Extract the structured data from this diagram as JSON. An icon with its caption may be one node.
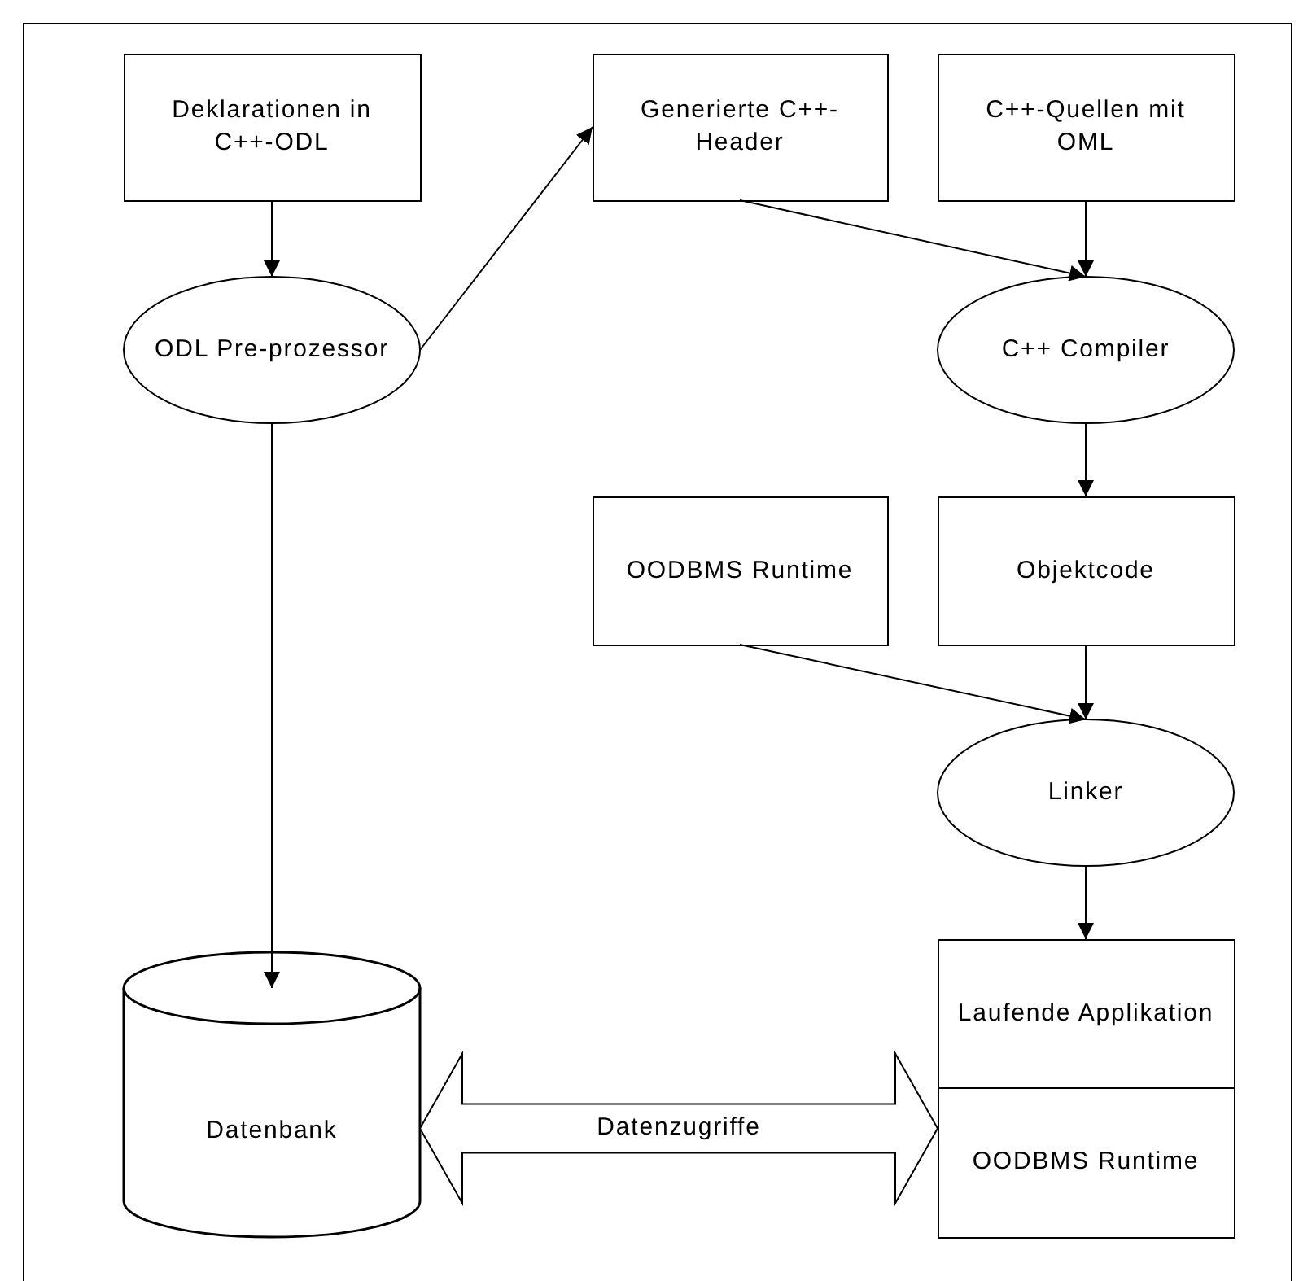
{
  "diagram": {
    "nodes": [
      {
        "text": [
          "Deklarationen in C++-ODL"
        ]
      },
      {
        "text": [
          "ODL Pre-prozessor"
        ]
      },
      {
        "text": [
          "Generierte C++-Header"
        ]
      },
      {
        "text": [
          "C++-Quellen mit OML"
        ]
      },
      {
        "text": [
          "C++ Compiler"
        ]
      },
      {
        "text": [
          "OODBMS Runtime"
        ]
      },
      {
        "text": [
          "Objektcode"
        ]
      },
      {
        "text": [
          "Linker"
        ]
      },
      {
        "text": [
          "Laufende Applikation"
        ]
      },
      {
        "text": [
          "OODBMS Runtime"
        ]
      },
      {
        "text": [
          "Datenbank"
        ]
      }
    ],
    "edges": [
      {
        "from": 0,
        "to": 1,
        "arrow": "to"
      },
      {
        "from": 1,
        "to": 2,
        "arrow": "to"
      },
      {
        "from": 2,
        "to": 4,
        "arrow": "to"
      },
      {
        "from": 3,
        "to": 4,
        "arrow": "to"
      },
      {
        "from": 4,
        "to": 6,
        "arrow": "to"
      },
      {
        "from": 5,
        "to": 7,
        "arrow": "to"
      },
      {
        "from": 6,
        "to": 7,
        "arrow": "to"
      },
      {
        "from": 7,
        "to": 8,
        "arrow": "to"
      },
      {
        "from": 1,
        "to": 10,
        "arrow": "to"
      },
      {
        "from": 10,
        "to": 9,
        "arrow": "both",
        "style": "thick",
        "label": "Datenzugriffe"
      }
    ]
  }
}
